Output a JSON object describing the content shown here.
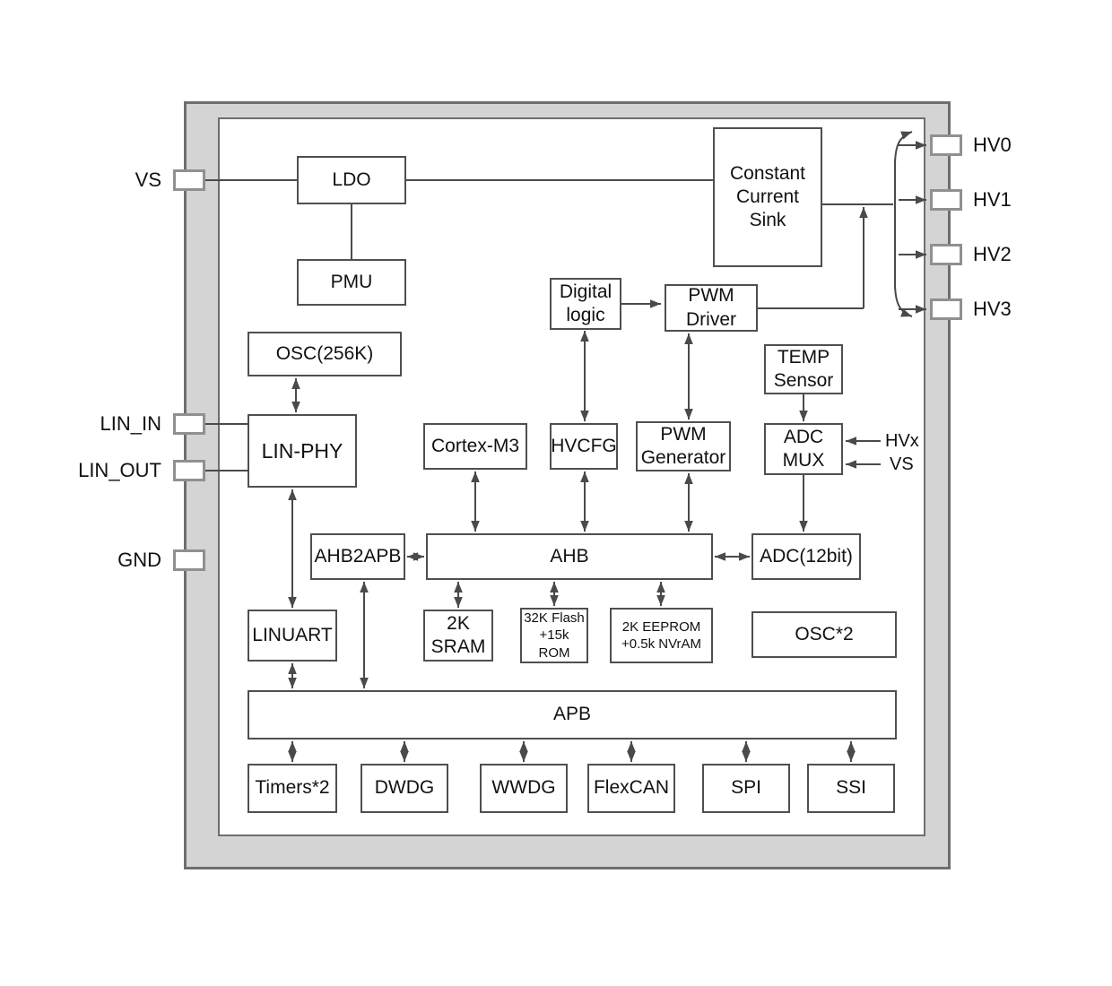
{
  "pins": {
    "left": [
      {
        "label": "VS"
      },
      {
        "label": "LIN_IN"
      },
      {
        "label": "LIN_OUT"
      },
      {
        "label": "GND"
      }
    ],
    "right": [
      {
        "label": "HV0"
      },
      {
        "label": "HV1"
      },
      {
        "label": "HV2"
      },
      {
        "label": "HV3"
      }
    ]
  },
  "blocks": {
    "ldo": "LDO",
    "pmu": "PMU",
    "osc_256k": "OSC(256K)",
    "lin_phy": "LIN-PHY",
    "constant_current_sink": "Constant\nCurrent\nSink",
    "digital_logic": "Digital\nlogic",
    "pwm_driver": "PWM\nDriver",
    "temp_sensor": "TEMP\nSensor",
    "cortex_m3": "Cortex-M3",
    "hvcfg": "HVCFG",
    "pwm_generator": "PWM\nGenerator",
    "adc_mux": "ADC\nMUX",
    "ahb2apb": "AHB2APB",
    "ahb": "AHB",
    "adc_12bit": "ADC(12bit)",
    "linuart": "LINUART",
    "sram_2k": "2K\nSRAM",
    "flash_32k": "32K Flash\n+15k ROM",
    "eeprom_2k": "2K EEPROM\n+0.5k NVrAM",
    "osc_x2": "OSC*2",
    "apb": "APB",
    "timers_x2": "Timers*2",
    "dwdg": "DWDG",
    "wwdg": "WWDG",
    "flexcan": "FlexCAN",
    "spi": "SPI",
    "ssi": "SSI"
  },
  "signal_labels": {
    "hvx": "HVx",
    "vs": "VS"
  },
  "colors": {
    "frame_fill": "#d4d4d4",
    "frame_border": "#6e6e6e",
    "block_border": "#4f4f4f",
    "wire": "#4a4a4a",
    "text": "#111111"
  }
}
